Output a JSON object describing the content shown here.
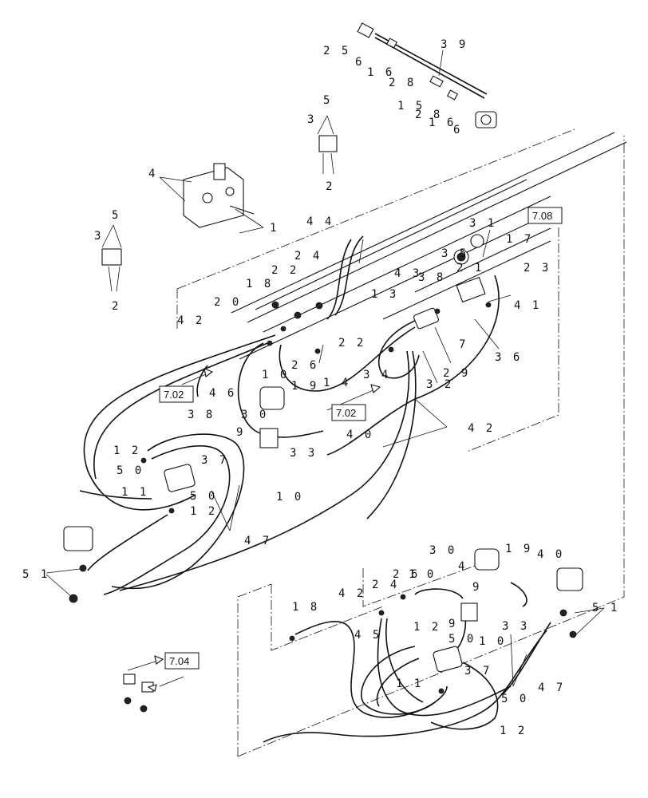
{
  "refs": {
    "r708": "7.08",
    "r702a": "7.02",
    "r702b": "7.02",
    "r704": "7.04"
  },
  "callouts": {
    "c25a": "2 5",
    "c6a": "6",
    "c16a": "1 6",
    "c28a": "2 8",
    "c39": "3 9",
    "c15": "1 5",
    "c28b": "2 8",
    "c16b": "1 6",
    "c6b": "6",
    "c5a": "5",
    "c3a": "3",
    "c2a": "2",
    "c4": "4",
    "c1": "1",
    "c5b": "5",
    "c3b": "3",
    "c2b": "2",
    "c44": "4 4",
    "c31": "3 1",
    "c17": "1 7",
    "c35": "3 5",
    "c21": "2 1",
    "c23": "2 3",
    "c41": "4 1",
    "c36": "3 6",
    "c38": "3 8",
    "c43": "4 3",
    "c13": "1 3",
    "c18": "1 8",
    "c22a": "2 2",
    "c24": "2 4",
    "c20": "2 0",
    "c22b": "2 2",
    "c42a": "4 2",
    "c10a": "1 0",
    "c26": "2 6",
    "c14": "1 4",
    "c34": "3 4",
    "c7": "7",
    "c29": "2 9",
    "c32": "3 2",
    "c46": "4 6",
    "c38b": "3 8",
    "c30": "3 0",
    "c19": "1 9",
    "c40": "4 0",
    "c9": "9",
    "c33": "3 3",
    "c10b": "1 0",
    "c42b": "4 2",
    "c12a": "1 2",
    "c37": "3 7",
    "c50a": "5 0",
    "c11": "1 1",
    "c50b": "5 0",
    "c12b": "1 2",
    "c47": "4 7",
    "c51": "5 1",
    "b30": "3 0",
    "b19": "1 9",
    "b40": "4 0",
    "b24": "2 4",
    "b26": "2 6",
    "b10a": "1 0",
    "b4": "4",
    "b9a": "9",
    "b42": "4 2",
    "b18": "1 8",
    "b12a": "1 2",
    "b50a": "5 0",
    "b45": "4 5",
    "b9b": "9",
    "b10b": "1 0",
    "b33": "3 3",
    "b51": "5 1",
    "b37": "3 7",
    "b11": "1 1",
    "b50b": "5 0",
    "b12b": "1 2",
    "b47": "4 7"
  }
}
